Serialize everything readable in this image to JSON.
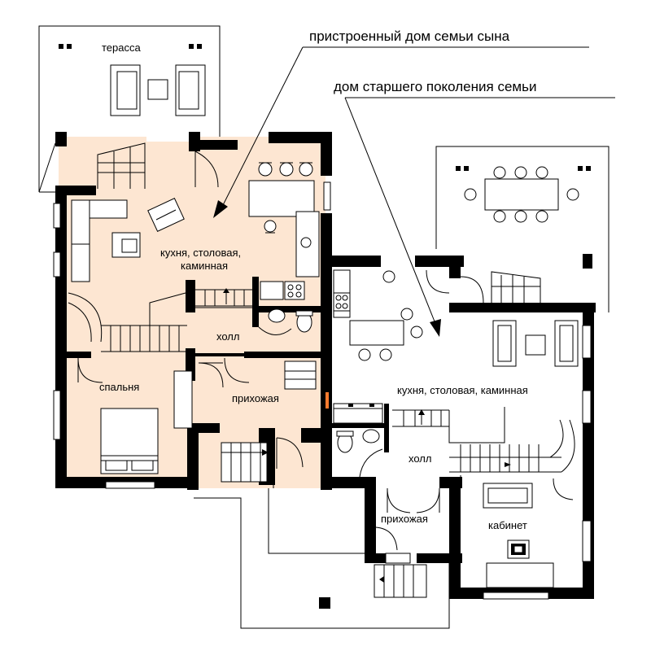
{
  "annotations": {
    "son_family_house": "пристроенный дом семьи сына",
    "elder_generation_house": "дом старшего поколения семьи"
  },
  "rooms": {
    "terrace": "терасса",
    "son_kitchen_line1": "кухня, столовая,",
    "son_kitchen_line2": "каминная",
    "son_hall": "холл",
    "son_bedroom": "спальня",
    "son_entrance": "прихожая",
    "elder_kitchen": "кухня, столовая, каминная",
    "elder_hall": "холл",
    "elder_entrance": "прихожая",
    "elder_study": "кабинет"
  },
  "colors": {
    "son_house_fill": "#fde6d2",
    "wall": "#000000",
    "line": "#000000",
    "background": "#ffffff"
  }
}
